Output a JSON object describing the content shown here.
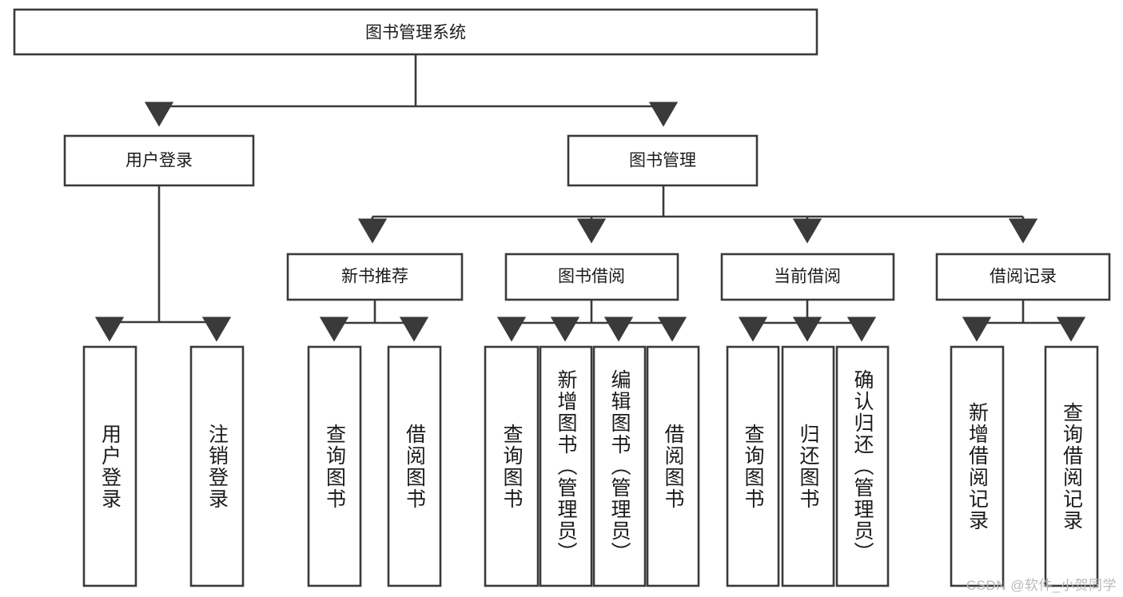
{
  "diagram": {
    "type": "tree-hierarchy",
    "title": "图书管理系统",
    "watermark": "CSDN @软件_小贺同学",
    "colors": {
      "stroke": "#3a3a3a",
      "box_fill": "#ffffff",
      "text": "#1b1b1b",
      "background": "#ffffff",
      "watermark": "#b9b9b9"
    },
    "root": {
      "label": "图书管理系统"
    },
    "level1": [
      {
        "label": "用户登录"
      },
      {
        "label": "图书管理"
      }
    ],
    "level2": [
      {
        "label": "新书推荐"
      },
      {
        "label": "图书借阅"
      },
      {
        "label": "当前借阅"
      },
      {
        "label": "借阅记录"
      }
    ],
    "leaves": {
      "user_login": [
        {
          "label": "用户登录"
        },
        {
          "label": "注销登录"
        }
      ],
      "new_book_recommend": [
        {
          "label": "查询图书"
        },
        {
          "label": "借阅图书"
        }
      ],
      "book_borrow": [
        {
          "label": "查询图书"
        },
        {
          "label": "新增图书（管理员）"
        },
        {
          "label": "编辑图书（管理员）"
        },
        {
          "label": "借阅图书"
        }
      ],
      "current_borrow": [
        {
          "label": "查询图书"
        },
        {
          "label": "归还图书"
        },
        {
          "label": "确认归还（管理员）"
        }
      ],
      "borrow_record": [
        {
          "label": "新增借阅记录"
        },
        {
          "label": "查询借阅记录"
        }
      ]
    }
  }
}
